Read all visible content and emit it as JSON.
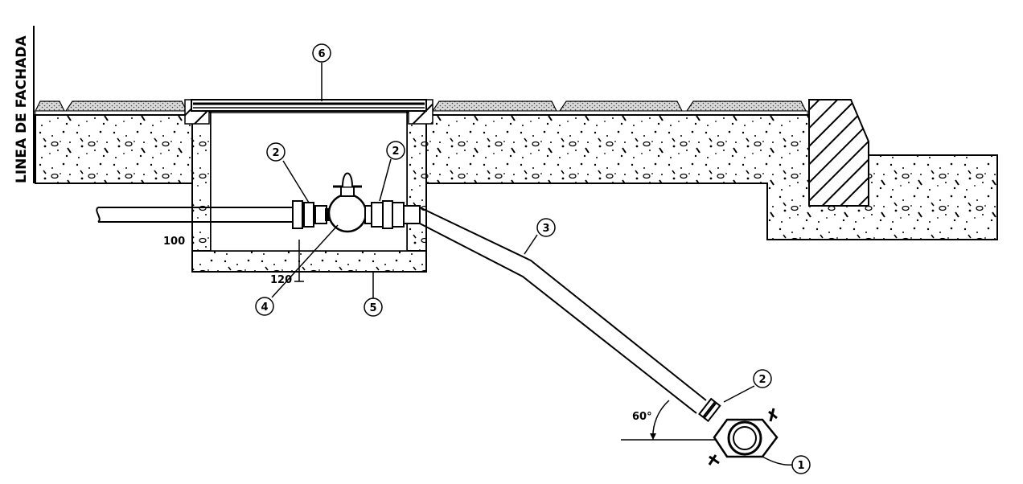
{
  "side_label": "LINEA DE FACHADA",
  "callouts": [
    {
      "id": "c6",
      "text": "6"
    },
    {
      "id": "c2a",
      "text": "2"
    },
    {
      "id": "c2b",
      "text": "2"
    },
    {
      "id": "c3",
      "text": "3"
    },
    {
      "id": "c4",
      "text": "4"
    },
    {
      "id": "c5",
      "text": "5"
    },
    {
      "id": "c2c",
      "text": "2"
    },
    {
      "id": "c1",
      "text": "1"
    }
  ],
  "dimensions": {
    "left_clearance": "100",
    "depth": "120",
    "angle": "60°"
  }
}
